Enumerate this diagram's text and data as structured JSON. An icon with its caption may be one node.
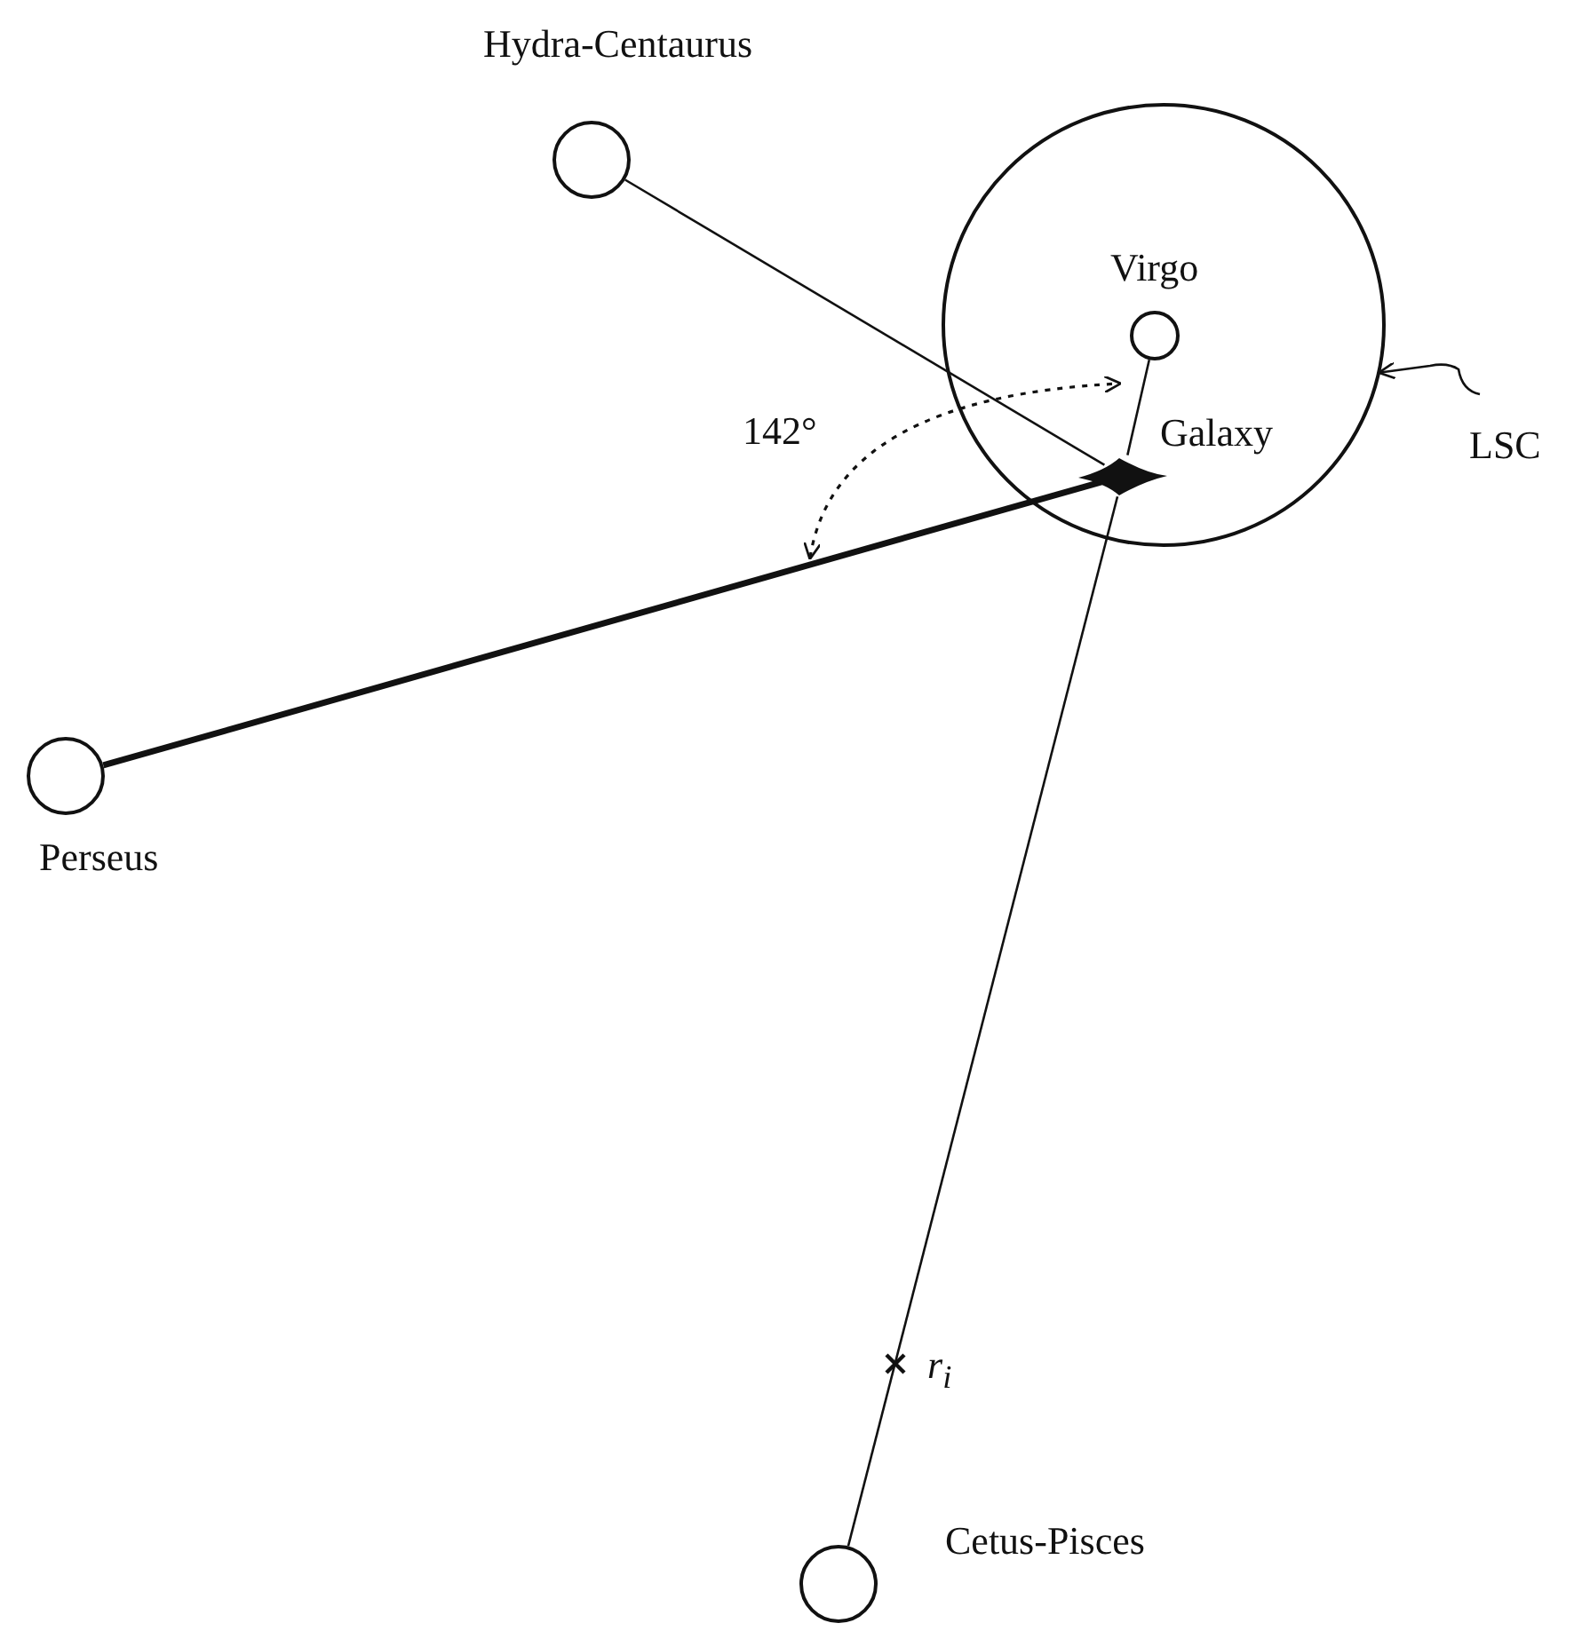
{
  "diagram": {
    "nodes": [
      {
        "text": [],
        "shape": "circle"
      },
      {
        "text": [
          "Virgo"
        ],
        "in": 0
      },
      {
        "text": [
          "Galaxy"
        ],
        "in": 0
      },
      {
        "text": [
          "Hydra-Centaurus"
        ]
      },
      {
        "text": [
          "Perseus"
        ]
      },
      {
        "text": [
          "Cetus-Pisces"
        ]
      },
      {
        "text": [
          "LSC"
        ]
      }
    ],
    "edges": [
      {
        "from": 3,
        "to": 2,
        "arrow": "none"
      },
      {
        "from": 4,
        "to": 2,
        "arrow": "none",
        "style": "thick"
      },
      {
        "from": 2,
        "to": 1,
        "arrow": "none"
      },
      {
        "from": 5,
        "to": 2,
        "arrow": "none"
      },
      {
        "from": 6,
        "to": 0,
        "arrow": "to"
      }
    ],
    "labels": [
      "142°",
      "r$_{i}$"
    ]
  }
}
